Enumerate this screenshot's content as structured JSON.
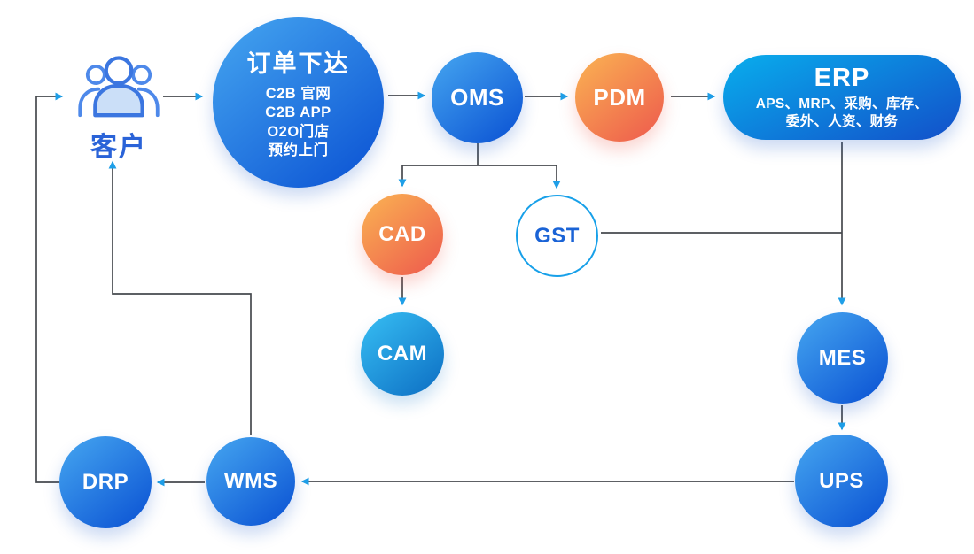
{
  "diagram_title": "order-to-delivery system flow",
  "nodes": {
    "customer": {
      "label": "客户",
      "shape": "people-icon"
    },
    "order": {
      "title": "订单下达",
      "lines": [
        "C2B 官网",
        "C2B APP",
        "O2O门店",
        "预约上门"
      ],
      "shape": "circle",
      "color": "blue"
    },
    "oms": {
      "label": "OMS",
      "shape": "circle",
      "color": "blue"
    },
    "pdm": {
      "label": "PDM",
      "shape": "circle",
      "color": "orange"
    },
    "erp": {
      "title": "ERP",
      "lines": [
        "APS、MRP、采购、库存、",
        "委外、人资、财务"
      ],
      "shape": "pill",
      "color": "cyan-blue"
    },
    "cad": {
      "label": "CAD",
      "shape": "circle",
      "color": "orange"
    },
    "gst": {
      "label": "GST",
      "shape": "circle-outline",
      "color": "white-blue-border"
    },
    "cam": {
      "label": "CAM",
      "shape": "circle",
      "color": "cyan"
    },
    "mes": {
      "label": "MES",
      "shape": "circle",
      "color": "blue"
    },
    "ups": {
      "label": "UPS",
      "shape": "circle",
      "color": "blue"
    },
    "wms": {
      "label": "WMS",
      "shape": "circle",
      "color": "blue"
    },
    "drp": {
      "label": "DRP",
      "shape": "circle",
      "color": "blue"
    }
  },
  "edges": [
    {
      "from": "customer",
      "to": "order"
    },
    {
      "from": "order",
      "to": "oms"
    },
    {
      "from": "oms",
      "to": "pdm"
    },
    {
      "from": "pdm",
      "to": "erp"
    },
    {
      "from": "oms",
      "to": "cad"
    },
    {
      "from": "oms",
      "to": "gst"
    },
    {
      "from": "cad",
      "to": "cam"
    },
    {
      "from": "gst",
      "to": "erp-mes-trunk"
    },
    {
      "from": "erp",
      "to": "mes"
    },
    {
      "from": "mes",
      "to": "ups"
    },
    {
      "from": "ups",
      "to": "wms"
    },
    {
      "from": "wms",
      "to": "drp"
    },
    {
      "from": "drp",
      "to": "customer"
    },
    {
      "from": "wms",
      "to": "customer"
    }
  ],
  "colors": {
    "blue_light": "#41A0EE",
    "blue_dark": "#0C54D4",
    "cyan_light": "#33B7EF",
    "cyan_dark": "#0E71C5",
    "orange_light": "#F9AB52",
    "orange_dark": "#EE5D4D",
    "erp_light": "#09A9EB",
    "erp_dark": "#1254CB",
    "gst_border": "#17A0E9",
    "gst_text": "#1A63D6",
    "connector_line": "#46494E",
    "arrowhead": "#1E9FE8",
    "customer_label": "#2A63D8"
  }
}
